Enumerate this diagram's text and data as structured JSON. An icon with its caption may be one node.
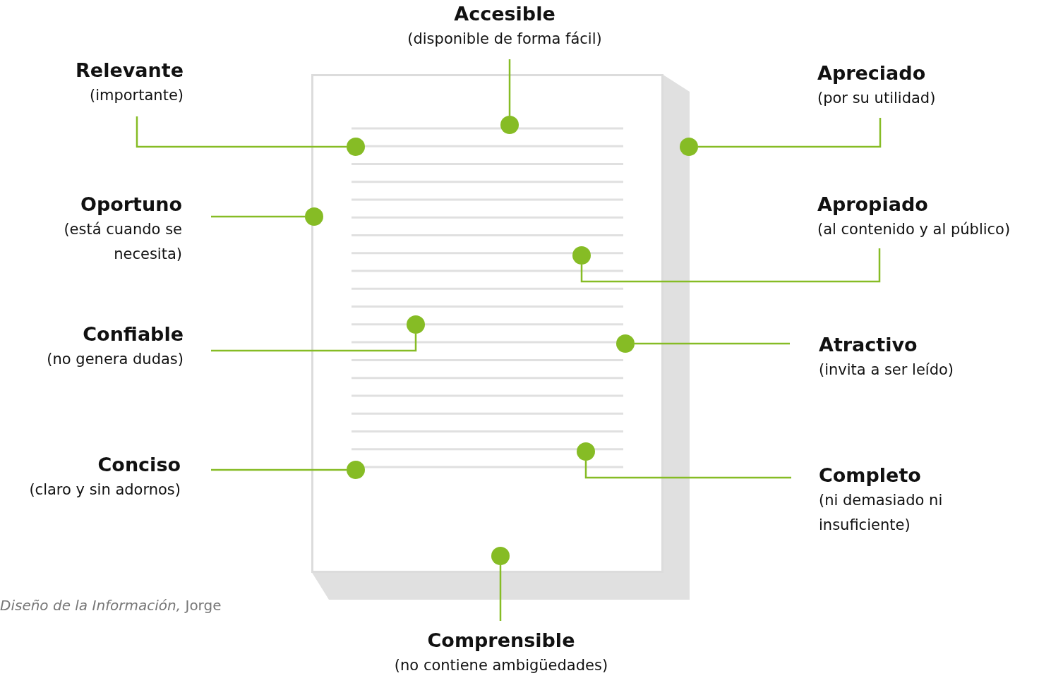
{
  "diagram": {
    "nodes": [
      {
        "text": [],
        "shape": "box"
      },
      {
        "text": [
          "Accesible",
          "(disponible de forma fácil)"
        ]
      },
      {
        "text": [
          "Relevante",
          "(importante)"
        ]
      },
      {
        "text": [
          "Apreciado",
          "(por su utilidad)"
        ]
      },
      {
        "text": [
          "Oportuno",
          "(está cuando se necesita)"
        ]
      },
      {
        "text": [
          "Apropiado",
          "(al contenido y al público)"
        ]
      },
      {
        "text": [
          "Confiable",
          "(no genera dudas)"
        ]
      },
      {
        "text": [
          "Atractivo",
          "(invita a ser leído)"
        ]
      },
      {
        "text": [
          "Conciso",
          "(claro y sin adornos)"
        ]
      },
      {
        "text": [
          "Completo",
          "(ni demasiado ni insuficiente)"
        ]
      },
      {
        "text": [
          "Comprensible",
          "(no contiene ambigüedades)"
        ]
      },
      {
        "text": [],
        "shape": "circle",
        "in": 0
      },
      {
        "text": [],
        "shape": "circle",
        "in": 0
      },
      {
        "text": [],
        "shape": "circle",
        "in": 0
      },
      {
        "text": [],
        "shape": "circle",
        "in": 0
      },
      {
        "text": [],
        "shape": "circle",
        "in": 0
      },
      {
        "text": [],
        "shape": "circle",
        "in": 0
      },
      {
        "text": [],
        "shape": "circle",
        "in": 0
      },
      {
        "text": [],
        "shape": "circle",
        "in": 0
      },
      {
        "text": [],
        "shape": "circle",
        "in": 0
      },
      {
        "text": [],
        "shape": "circle",
        "in": 0
      }
    ],
    "edges": [
      {
        "from": 1,
        "to": 11,
        "arrow": "none"
      },
      {
        "from": 2,
        "to": 12,
        "arrow": "none"
      },
      {
        "from": 3,
        "to": 13,
        "arrow": "none"
      },
      {
        "from": 4,
        "to": 14,
        "arrow": "none"
      },
      {
        "from": 5,
        "to": 15,
        "arrow": "none"
      },
      {
        "from": 6,
        "to": 16,
        "arrow": "none"
      },
      {
        "from": 7,
        "to": 17,
        "arrow": "none"
      },
      {
        "from": 8,
        "to": 18,
        "arrow": "none"
      },
      {
        "from": 9,
        "to": 19,
        "arrow": "none"
      },
      {
        "from": 10,
        "to": 20,
        "arrow": "none"
      }
    ],
    "labels": [
      "*Diseño de la Información,* Jorge"
    ]
  }
}
